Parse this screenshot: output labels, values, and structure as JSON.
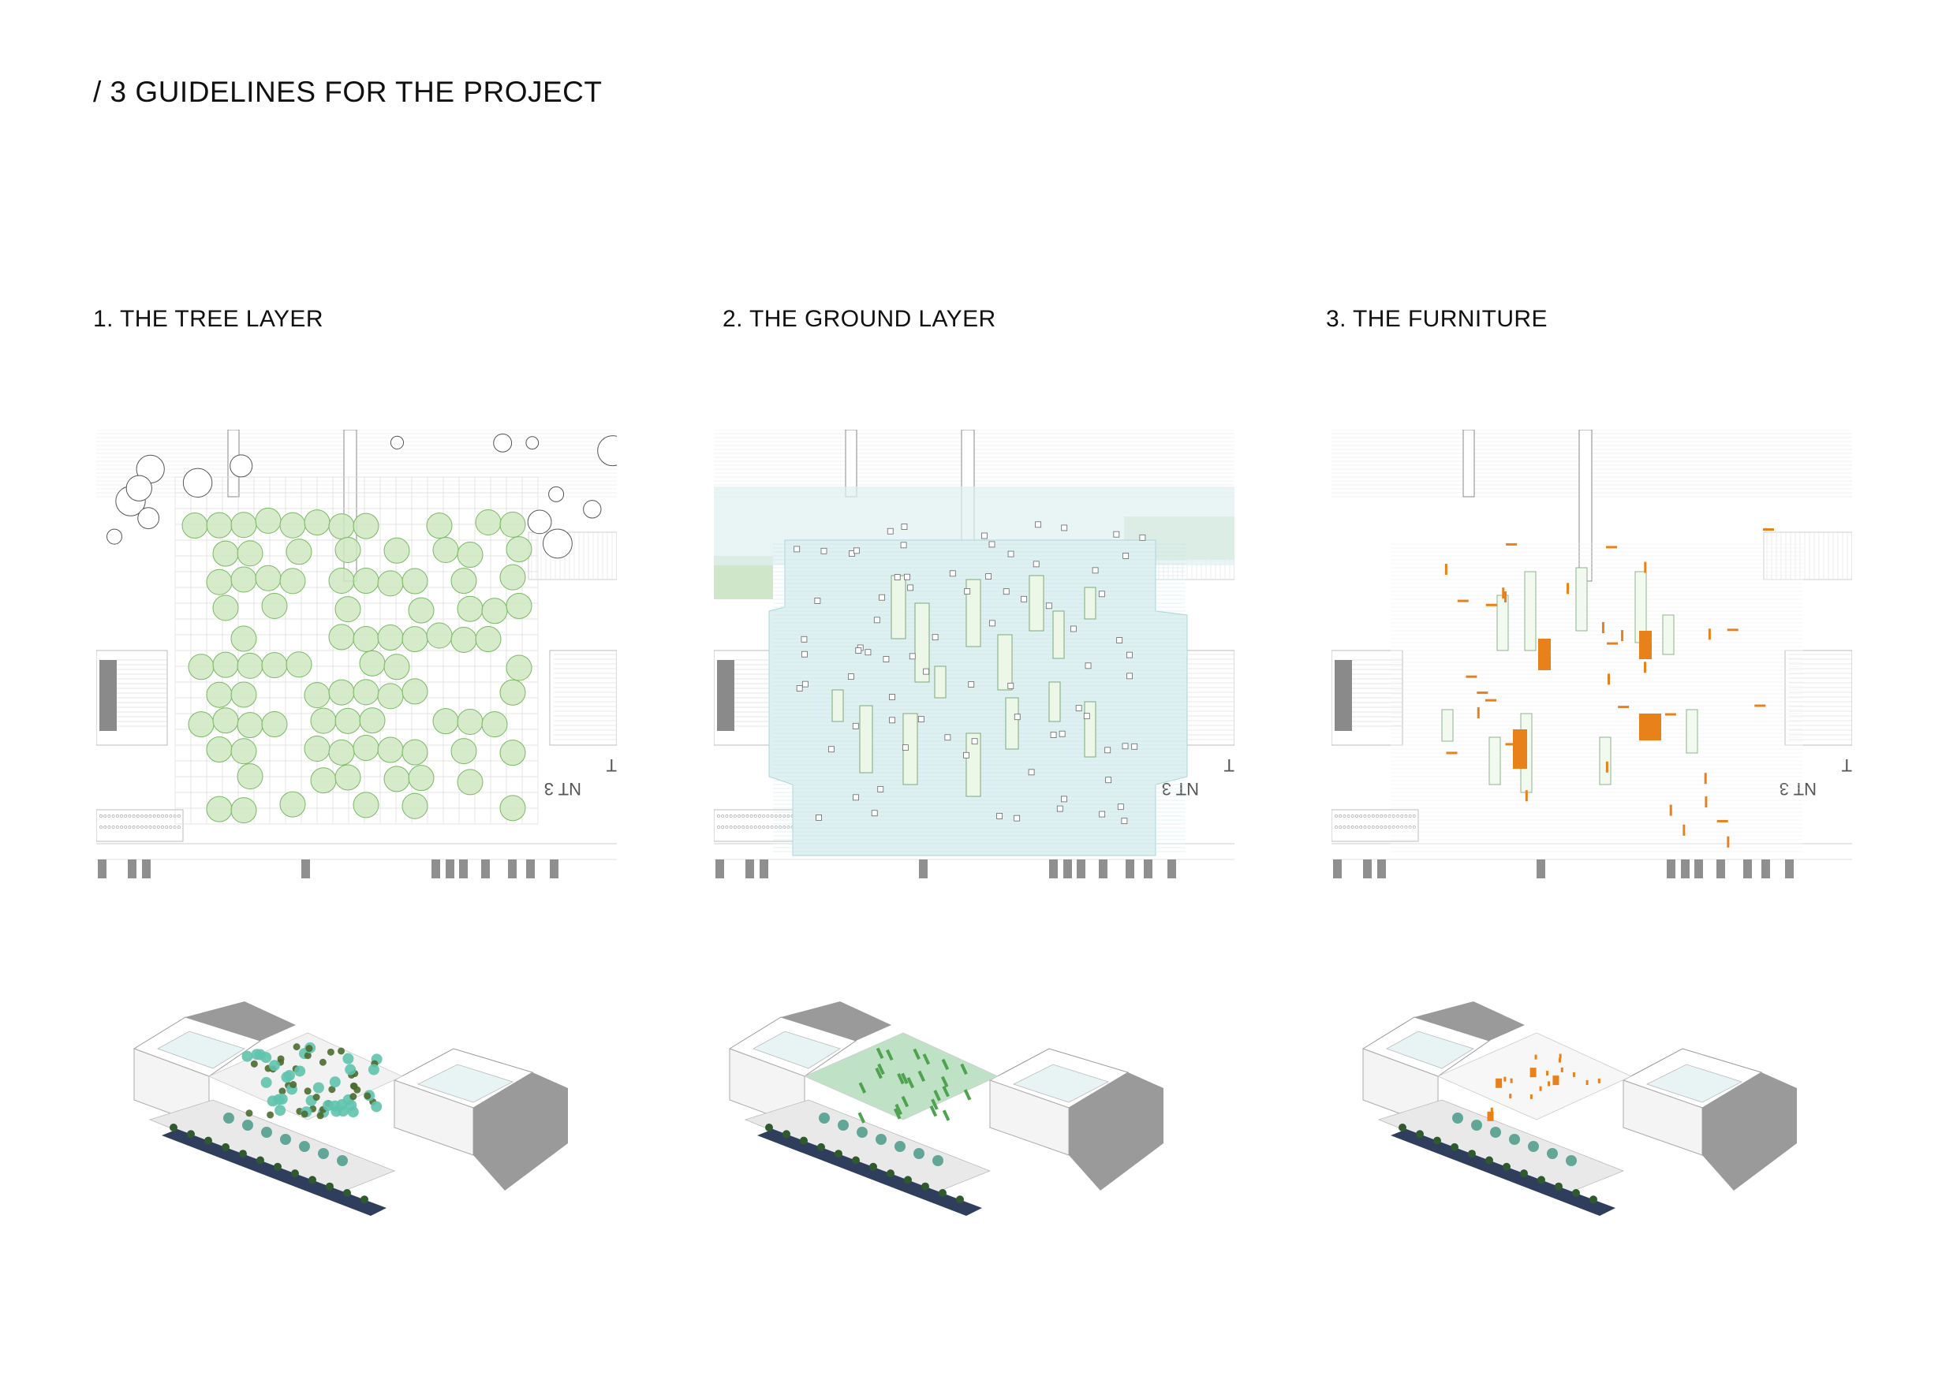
{
  "page": {
    "title": "/ 3 GUIDELINES FOR THE PROJECT"
  },
  "panels": [
    {
      "title": "1. THE TREE LAYER",
      "plan_label": "NT 3",
      "plan_label_right": "T",
      "accent": "#7fc36a"
    },
    {
      "title": "2. THE GROUND LAYER",
      "plan_label": "NT 3",
      "plan_label_right": "T",
      "accent": "#bfe3e6"
    },
    {
      "title": "3. THE FURNITURE",
      "plan_label": "NT 3",
      "plan_label_right": "T",
      "accent": "#e8811a"
    }
  ],
  "colors": {
    "tree_fill": "#cfe8bf",
    "tree_stroke": "#7ab865",
    "ground_fill": "#dff0f1",
    "ground_green": "#cfe6c8",
    "furniture_orange": "#e8811a",
    "road": "#2f3e5c",
    "building_shadow": "#9a9a9a",
    "axo_tree": "#4a9a8a"
  }
}
